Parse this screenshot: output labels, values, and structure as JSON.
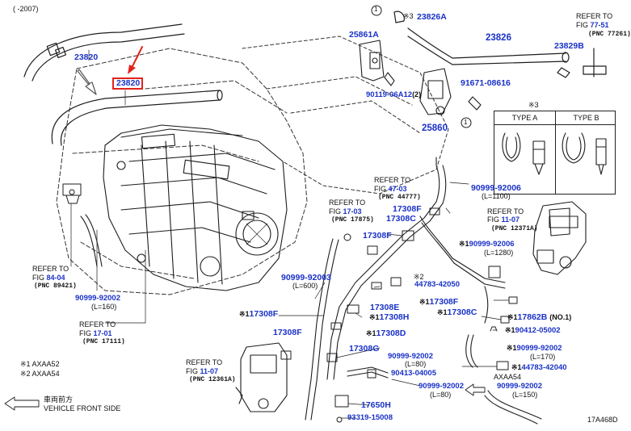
{
  "diagram": {
    "header": "(    -2007)",
    "highlighted_part": "23820",
    "diagram_id": "17A468D",
    "refs": {
      "r1": {
        "refer": "REFER TO",
        "fig_prefix": "FIG ",
        "fig": "77-51",
        "pnc": "(PNC 77261)"
      },
      "r2": {
        "refer": "REFER TO",
        "fig_prefix": "FIG ",
        "fig": "47-03",
        "pnc": "(PNC 44777)"
      },
      "r3": {
        "refer": "REFER TO",
        "fig_prefix": "FIG ",
        "fig": "17-03",
        "pnc": "(PNC 17875)"
      },
      "r4": {
        "refer": "REFER TO",
        "fig_prefix": "FIG ",
        "fig": "11-07",
        "pnc": "(PNC 12371A)"
      },
      "r5": {
        "refer": "REFER TO",
        "fig_prefix": "FIG ",
        "fig": "84-04",
        "pnc": "(PNC 89421)"
      },
      "r6": {
        "refer": "REFER TO",
        "fig_prefix": "FIG ",
        "fig": "17-01",
        "pnc": "(PNC 17111)"
      },
      "r7": {
        "refer": "REFER TO",
        "fig_prefix": "FIG ",
        "fig": "11-07",
        "pnc": "(PNC 12361A)"
      }
    },
    "parts": {
      "p23820a": "23820",
      "p23820b": "23820",
      "p23826a": "23826A",
      "p25861a": "25861A",
      "p23826": "23826",
      "p23829b": "23829B",
      "p91671": "91671-08616",
      "p90119": "90119-06A12",
      "p90119n": "(2)",
      "p25860": "25860",
      "p90999_92006a": "90999-92006",
      "l1100": "(L=1100)",
      "p17308f_a": "17308F",
      "p17308c_a": "17308C",
      "p17308f_b": "17308F",
      "p90999_92006b": "90999-92006",
      "l1280": "(L=1280)",
      "p90999_92003": "90999-92003",
      "l600": "(L=600)",
      "p44783_42050": "44783-42050",
      "p17308e": "17308E",
      "p17308h": "17308H",
      "p17308f_c": "17308F",
      "p17308c_b": "17308C",
      "p17862b": "17862B",
      "p17862bn": "(NO.1)",
      "p90999_92002a": "90999-92002",
      "l160": "(L=160)",
      "p17308f_d": "17308F",
      "p17308f_e": "17308F",
      "p17308d": "17308D",
      "p90412": "90412-05002",
      "p90999_92002b": "90999-92002",
      "l170": "(L=170)",
      "p17308g": "17308G",
      "p90999_92002c": "90999-92002",
      "l80a": "(L=80)",
      "p44783_42040": "44783-42040",
      "p90413": "90413-04005",
      "axaa54": "AXAA54",
      "p90999_92002d": "90999-92002",
      "l150": "(L=150)",
      "p90999_92002e": "90999-92002",
      "l80b": "(L=80)",
      "p17650h": "17650H",
      "p93319": "93319-15008"
    },
    "marks": {
      "m3": "※3",
      "m2": "※2",
      "m1": "※1",
      "c1": "1"
    },
    "types": {
      "title_mark": "※3",
      "type_a": "TYPE A",
      "type_b": "TYPE B"
    },
    "notes": [
      "※1 AXAA52",
      "※2 AXAA54"
    ],
    "direction": {
      "jp": "車両前方",
      "en": "VEHICLE FRONT SIDE"
    }
  }
}
